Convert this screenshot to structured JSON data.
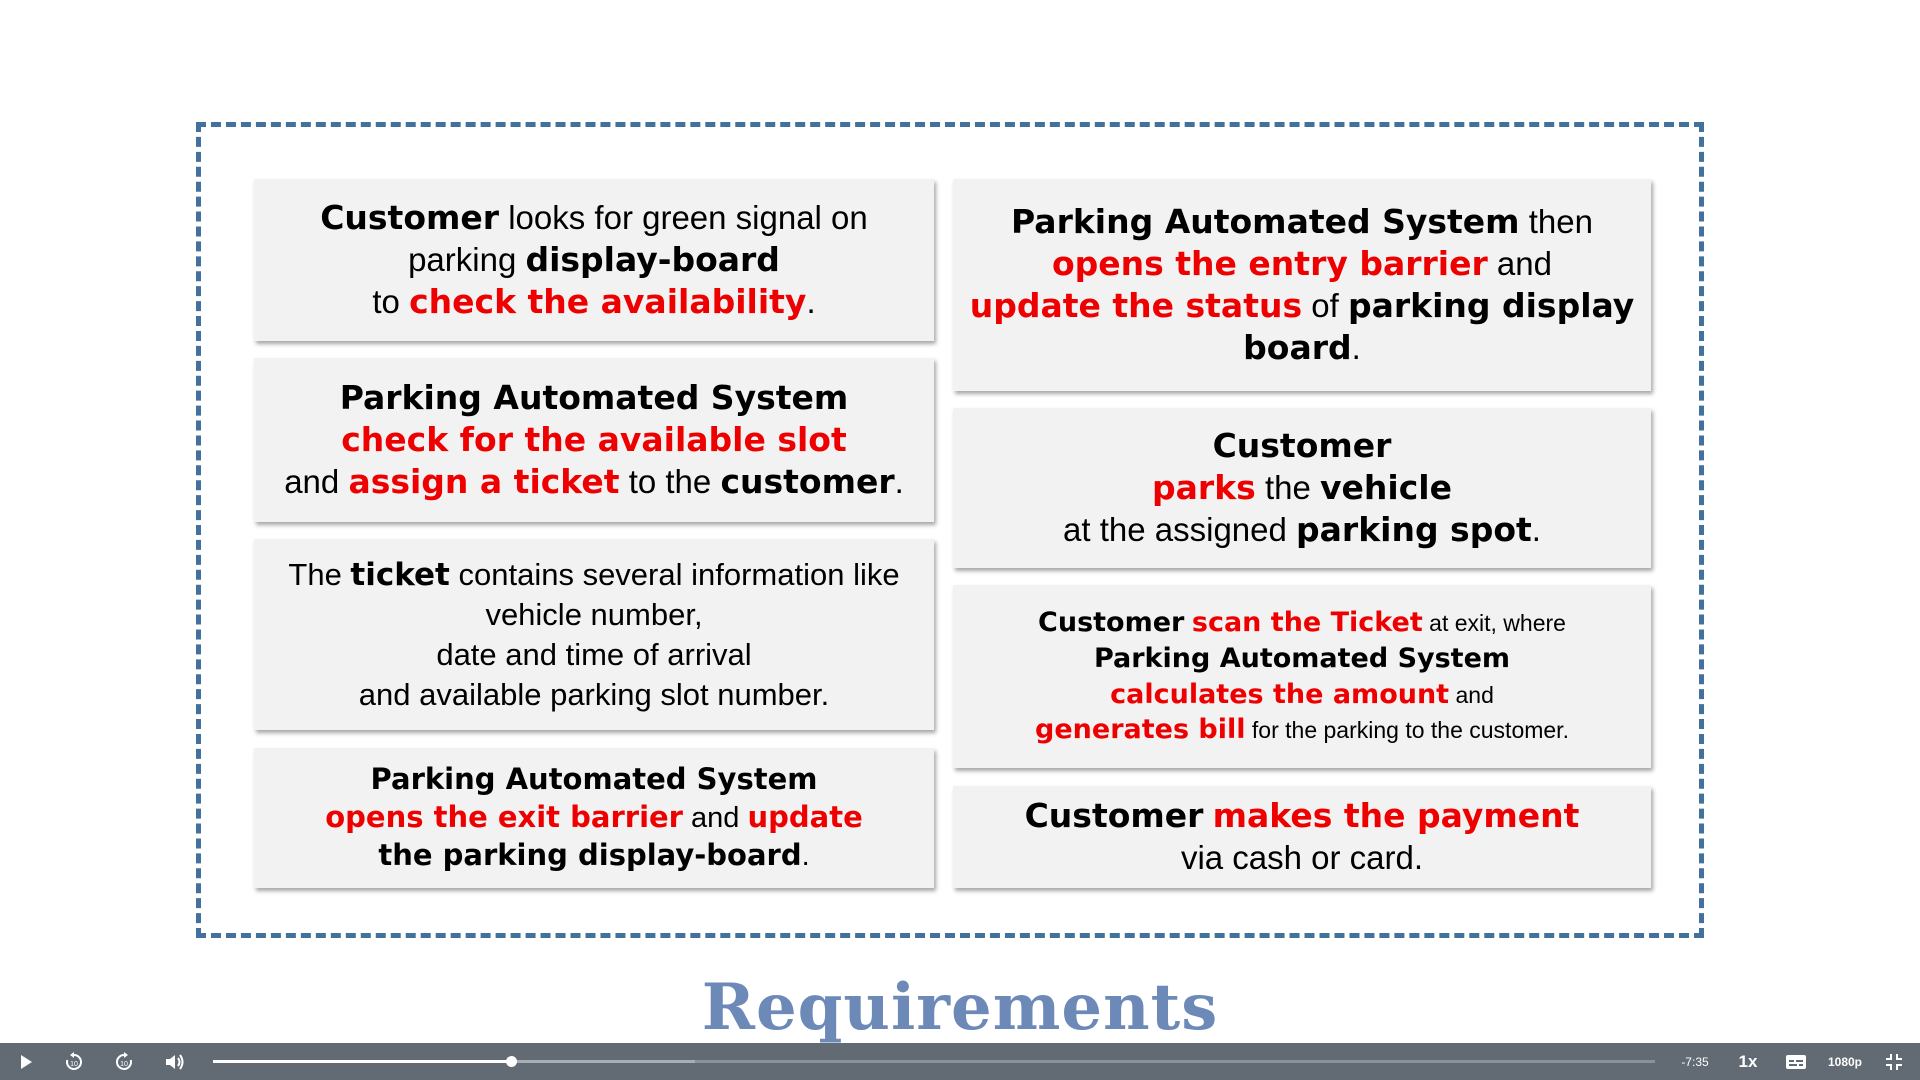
{
  "slide": {
    "title": "Requirements",
    "left_cards": [
      {
        "lines": [
          [
            {
              "t": "Customer",
              "s": "b"
            },
            {
              "t": " looks for green signal on",
              "s": "n"
            }
          ],
          [
            {
              "t": "parking ",
              "s": "n"
            },
            {
              "t": "display-board",
              "s": "b"
            }
          ],
          [
            {
              "t": "to ",
              "s": "n"
            },
            {
              "t": "check the availability",
              "s": "r"
            },
            {
              "t": ".",
              "s": "n"
            }
          ]
        ]
      },
      {
        "lines": [
          [
            {
              "t": "Parking Automated System",
              "s": "b"
            }
          ],
          [
            {
              "t": "check for the available slot",
              "s": "r"
            }
          ],
          [
            {
              "t": "and ",
              "s": "n"
            },
            {
              "t": "assign a ticket",
              "s": "r"
            },
            {
              "t": " to the ",
              "s": "n"
            },
            {
              "t": "customer",
              "s": "b"
            },
            {
              "t": ".",
              "s": "n"
            }
          ]
        ]
      },
      {
        "lines": [
          [
            {
              "t": "The ",
              "s": "n"
            },
            {
              "t": "ticket",
              "s": "b"
            },
            {
              "t": " contains several information like",
              "s": "n"
            }
          ],
          [
            {
              "t": "vehicle number,",
              "s": "n"
            }
          ],
          [
            {
              "t": "date and time of arrival",
              "s": "n"
            }
          ],
          [
            {
              "t": "and available parking slot number.",
              "s": "n"
            }
          ]
        ]
      },
      {
        "lines": [
          [
            {
              "t": "Parking Automated System",
              "s": "b"
            }
          ],
          [
            {
              "t": "opens the exit barrier",
              "s": "r"
            },
            {
              "t": " and ",
              "s": "n"
            },
            {
              "t": "update",
              "s": "r"
            }
          ],
          [
            {
              "t": "the parking display-board",
              "s": "b"
            },
            {
              "t": ".",
              "s": "n"
            }
          ]
        ]
      }
    ],
    "right_cards": [
      {
        "lines": [
          [
            {
              "t": "Parking Automated System",
              "s": "b"
            },
            {
              "t": " then",
              "s": "n"
            }
          ],
          [
            {
              "t": "opens the entry barrier",
              "s": "r"
            },
            {
              "t": " and",
              "s": "n"
            }
          ],
          [
            {
              "t": "update the status",
              "s": "r"
            },
            {
              "t": " of ",
              "s": "n"
            },
            {
              "t": "parking display",
              "s": "b"
            }
          ],
          [
            {
              "t": "board",
              "s": "b"
            },
            {
              "t": ".",
              "s": "n"
            }
          ]
        ]
      },
      {
        "lines": [
          [
            {
              "t": "Customer",
              "s": "b"
            }
          ],
          [
            {
              "t": "parks",
              "s": "r"
            },
            {
              "t": " the ",
              "s": "n"
            },
            {
              "t": "vehicle",
              "s": "b"
            }
          ],
          [
            {
              "t": "at the assigned ",
              "s": "n"
            },
            {
              "t": "parking spot",
              "s": "b"
            },
            {
              "t": ".",
              "s": "n"
            }
          ]
        ]
      },
      {
        "lines": [
          [
            {
              "t": "Customer",
              "s": "b"
            },
            {
              "t": " ",
              "s": "n"
            },
            {
              "t": "scan the Ticket",
              "s": "r"
            },
            {
              "t": " at exit, where",
              "s": "n2"
            }
          ],
          [
            {
              "t": "Parking Automated System",
              "s": "b"
            }
          ],
          [
            {
              "t": "calculates the amount",
              "s": "r"
            },
            {
              "t": " and",
              "s": "n2"
            }
          ],
          [
            {
              "t": "generates bill",
              "s": "r"
            },
            {
              "t": " for the parking to the customer.",
              "s": "n2"
            }
          ]
        ]
      },
      {
        "lines": [
          [
            {
              "t": "Customer",
              "s": "b"
            },
            {
              "t": "  ",
              "s": "n"
            },
            {
              "t": "makes the payment",
              "s": "r"
            }
          ],
          [
            {
              "t": "via cash or card.",
              "s": "n"
            }
          ]
        ]
      }
    ]
  },
  "player": {
    "time_remaining": "-7:35",
    "speed": "1x",
    "quality": "1080p",
    "progress": 0.207,
    "buffered": 0.334,
    "icons": {
      "play": "play-icon",
      "rewind": "rewind-10-icon",
      "forward": "forward-10-icon",
      "volume": "volume-icon",
      "captions": "captions-icon",
      "fullscreen": "exit-fullscreen-icon"
    }
  }
}
